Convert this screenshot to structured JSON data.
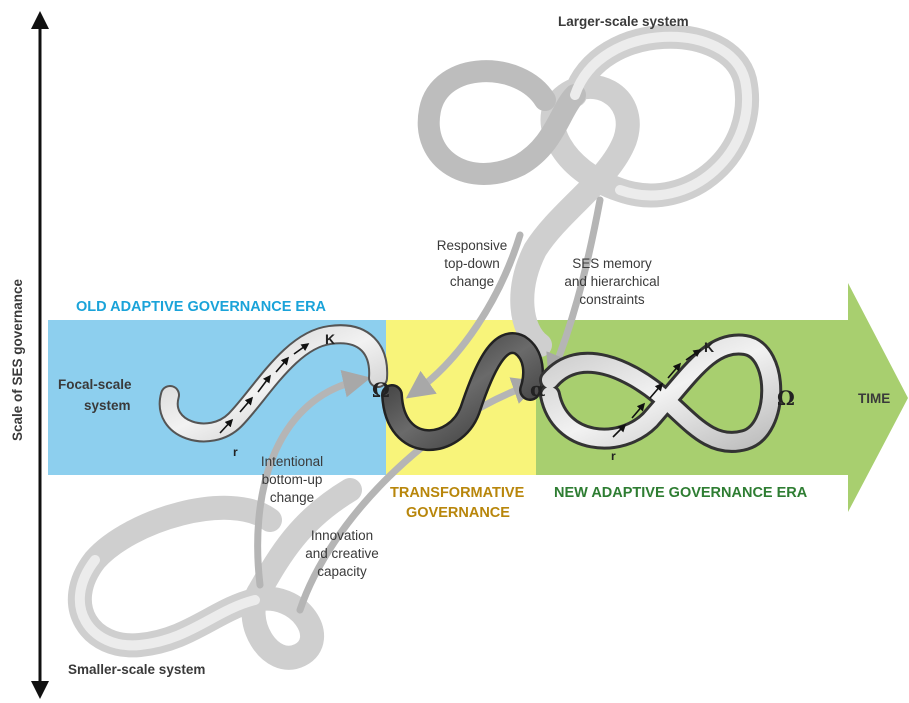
{
  "axis": {
    "label": "Scale of SES governance"
  },
  "systems": {
    "larger": "Larger-scale system",
    "smaller": "Smaller-scale system",
    "focal": [
      "Focal-scale",
      "system"
    ]
  },
  "eras": {
    "old": "OLD ADAPTIVE GOVERNANCE ERA",
    "transformative": [
      "TRANSFORMATIVE",
      "GOVERNANCE"
    ],
    "new": "NEW ADAPTIVE GOVERNANCE ERA"
  },
  "time_label": "TIME",
  "cycle_labels": {
    "r": "r",
    "K": "K",
    "omega": "Ω",
    "alpha": "α"
  },
  "links": {
    "top_down": [
      "Responsive",
      "top-down",
      "change"
    ],
    "memory": [
      "SES memory",
      "and hierarchical",
      "constraints"
    ],
    "bottom_up": [
      "Intentional",
      "bottom-up",
      "change"
    ],
    "innovation": [
      "Innovation",
      "and creative",
      "capacity"
    ]
  },
  "colors": {
    "old_era": "#8dcfee",
    "transformative": "#f8f47a",
    "new_era": "#a8cf6f",
    "old_era_text": "#1aa3d9",
    "transformative_text": "#b8860b",
    "new_era_text": "#2e7d32",
    "ribbon_light": "#d9d9d9",
    "ribbon_dark": "#4a4a4a",
    "link_arrow": "#b5b5b5"
  }
}
